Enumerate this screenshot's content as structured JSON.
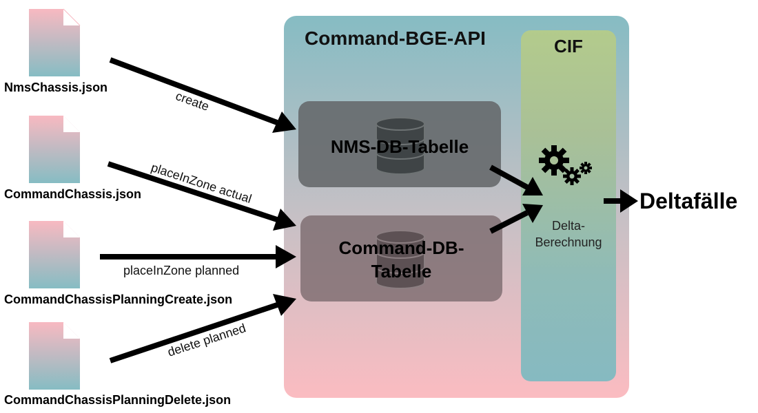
{
  "files": [
    {
      "name": "NmsChassis.json"
    },
    {
      "name": "CommandChassis.json"
    },
    {
      "name": "CommandChassisPlanningCreate.json"
    },
    {
      "name": "CommandChassisPlanningDelete.json"
    }
  ],
  "arrows": {
    "create": "create",
    "place_actual": "placeInZone actual",
    "place_planned": "placeInZone planned",
    "delete_planned": "delete planned"
  },
  "api": {
    "title": "Command-BGE-API",
    "db1_label": "NMS-DB-Tabelle",
    "db2_label_line1": "Command-DB-",
    "db2_label_line2": "Tabelle"
  },
  "cif": {
    "title": "CIF",
    "delta_line1": "Delta-",
    "delta_line2": "Berechnung"
  },
  "output": {
    "label": "Deltafälle"
  },
  "colors": {
    "file_top": "#f8b9c1",
    "file_bottom": "#86bcc3",
    "arrow": "#000000"
  }
}
